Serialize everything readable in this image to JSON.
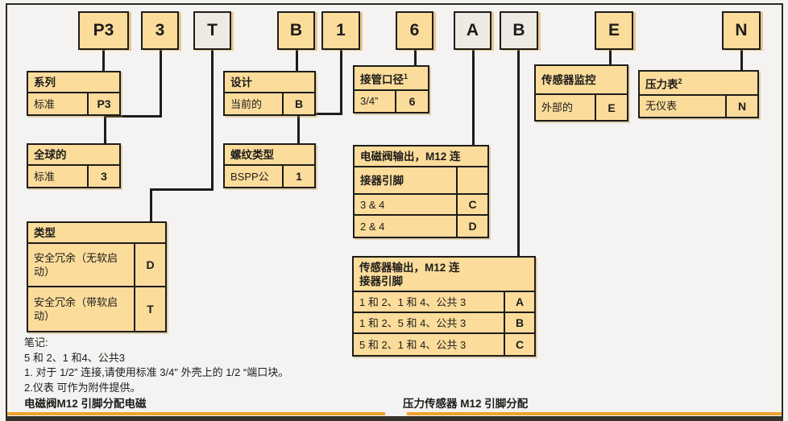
{
  "boxes": [
    {
      "text": "P3",
      "variant": "yellow"
    },
    {
      "text": "3",
      "variant": "yellow"
    },
    {
      "text": "T",
      "variant": "gray"
    },
    {
      "text": "B",
      "variant": "yellow"
    },
    {
      "text": "1",
      "variant": "yellow"
    },
    {
      "text": "6",
      "variant": "yellow"
    },
    {
      "text": "A",
      "variant": "gray"
    },
    {
      "text": "B",
      "variant": "gray"
    },
    {
      "text": "E",
      "variant": "yellow"
    },
    {
      "text": "N",
      "variant": "yellow"
    }
  ],
  "tables": {
    "series": {
      "title": "系列",
      "rows": [
        {
          "label": "标准",
          "code": "P3"
        }
      ]
    },
    "global": {
      "title": "全球的",
      "rows": [
        {
          "label": "标准",
          "code": "3"
        }
      ]
    },
    "type": {
      "title": "类型",
      "rows": [
        {
          "label": "安全冗余（无软启动）",
          "code": "D"
        },
        {
          "label": "安全冗余（带软启动）",
          "code": "T"
        }
      ]
    },
    "design": {
      "title": "设计",
      "rows": [
        {
          "label": "当前的",
          "code": "B"
        }
      ]
    },
    "thread": {
      "title": "螺纹类型",
      "rows": [
        {
          "label": "BSPP公",
          "code": "1"
        }
      ]
    },
    "port": {
      "title": "接管口径",
      "sup": "1",
      "rows": [
        {
          "label": "3/4”",
          "code": "6"
        }
      ]
    },
    "solenoid": {
      "title_line1": "电磁阀输出，M12 连",
      "title_line2": "接器引脚",
      "rows": [
        {
          "label": "3 & 4",
          "code": "C"
        },
        {
          "label": "2 & 4",
          "code": "D"
        }
      ]
    },
    "sensor": {
      "title_line1": "传感器输出，M12 连",
      "title_line2": "接器引脚",
      "rows": [
        {
          "label": "1 和 2、1 和 4、公共 3",
          "code": "A"
        },
        {
          "label": "1 和 2、5 和 4、公共 3",
          "code": "B"
        },
        {
          "label": "5 和 2、1 和 4、公共 3",
          "code": "C"
        }
      ]
    },
    "monitor": {
      "title": "传感器监控",
      "rows": [
        {
          "label": "外部的",
          "code": "E"
        }
      ]
    },
    "gauge": {
      "title": "压力表",
      "sup": "2",
      "rows": [
        {
          "label": "无仪表",
          "code": "N"
        }
      ]
    }
  },
  "notes": {
    "heading": "笔记:",
    "lines": [
      "5 和 2、1 和4、公共3",
      "1. 对于 1/2” 连接,请使用标准 3/4\" 外壳上的 1/2 “端口块。",
      "2.仪表 可作为附件提供。"
    ]
  },
  "footer": {
    "left_label": "电磁阀M12 引脚分配电磁",
    "right_label": "压力传感器 M12 引脚分配"
  },
  "colors": {
    "box_yellow": "#fbdc9b",
    "box_gray": "#eceae2",
    "accent_orange": "#efa231",
    "border_dark": "#1d1c1a"
  }
}
